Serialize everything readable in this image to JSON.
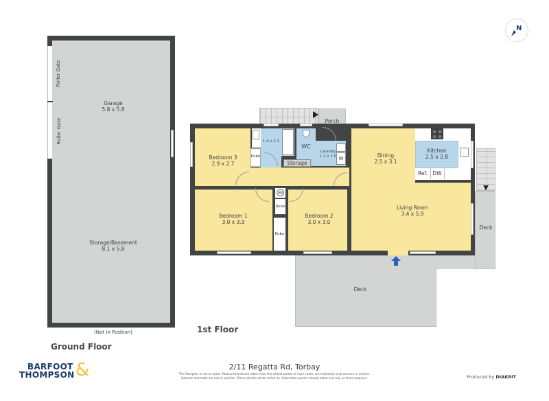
{
  "compass": {
    "label": "N"
  },
  "ground_floor": {
    "title": "Ground Floor",
    "note": "(Not In Position)",
    "rooms": [
      {
        "name": "Garage",
        "dims": "5.8 x 5.8"
      },
      {
        "name": "Storage/Basement",
        "dims": "8.1 x 5.8"
      }
    ],
    "gates": [
      "Roller Gate",
      "Roller Gate"
    ]
  },
  "first_floor": {
    "title": "1st Floor",
    "rooms": {
      "bedroom3": {
        "name": "Bedroom 3",
        "dims": "2.9 x 2.7"
      },
      "bedroom1": {
        "name": "Bedroom 1",
        "dims": "3.0 x 3.9"
      },
      "bedroom2": {
        "name": "Bedroom 2",
        "dims": "3.0 x 3.0"
      },
      "bathroom": {
        "name": "",
        "dims": "1.4 x 2.2"
      },
      "wc": {
        "name": "WC"
      },
      "laundry": {
        "name": "Laundry",
        "dims": "1.2 x 1.5"
      },
      "porch": {
        "name": "Porch"
      },
      "storage": {
        "name": "Storage"
      },
      "dining": {
        "name": "Dining",
        "dims": "2.5 x 3.1"
      },
      "kitchen": {
        "name": "Kitchen",
        "dims": "2.5 x 2.8"
      },
      "living": {
        "name": "Living Room",
        "dims": "3.4 x 5.9"
      },
      "deck_main": {
        "name": "Deck"
      },
      "deck_side": {
        "name": "Deck"
      }
    },
    "fixtures": {
      "robe_b3": "Robe",
      "robe_hall_1": "Robe",
      "robe_hall_2": "Robe",
      "hot_water": "HW",
      "washer": "W",
      "fridge": "Ref.",
      "dishwasher": "DW"
    }
  },
  "footer": {
    "address": "2/11 Regatta Rd, Torbay",
    "disclaimer_line1": "The floorplan is not to scale. Measurements are taken from the widest points of each room, are indicative only and are in metres.",
    "disclaimer_line2": "Exterior elements are not in position. Plans should not be relied on. Interested parties should make and rely on their enquires.",
    "produced_by_prefix": "Produced by",
    "produced_by_brand": "DIAKRIT",
    "brand_line1": "BARFOOT",
    "brand_line2": "THOMPSON",
    "brand_ampersand": "&"
  },
  "colors": {
    "wall": "#414645",
    "room_yellow": "#f8e79c",
    "room_blue": "#b7d6ea",
    "room_grey": "#d3d4d4",
    "brand_navy": "#1c3a6b",
    "brand_gold": "#f2c335",
    "entry_arrow": "#2a62b8"
  }
}
